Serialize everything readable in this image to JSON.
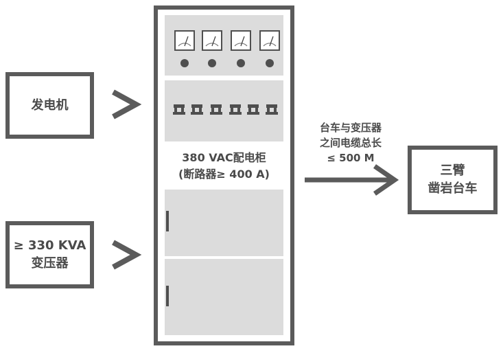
{
  "generator": {
    "label": "发电机"
  },
  "transformer": {
    "line1": "≥ 330 KVA",
    "line2": "变压器"
  },
  "cabinet": {
    "line1": "380 VAC配电柜",
    "line2": "(断路器≥ 400 A)",
    "gauge_count": 4,
    "breaker_count": 6
  },
  "cable": {
    "line1": "台车与变压器",
    "line2": "之间电缆总长",
    "line3": "≤ 500 M"
  },
  "rig": {
    "line1": "三臂",
    "line2": "凿岩台车"
  },
  "colors": {
    "border": "#5b5b5b",
    "panel": "#dcdcdc",
    "text": "#4a4a4a"
  }
}
